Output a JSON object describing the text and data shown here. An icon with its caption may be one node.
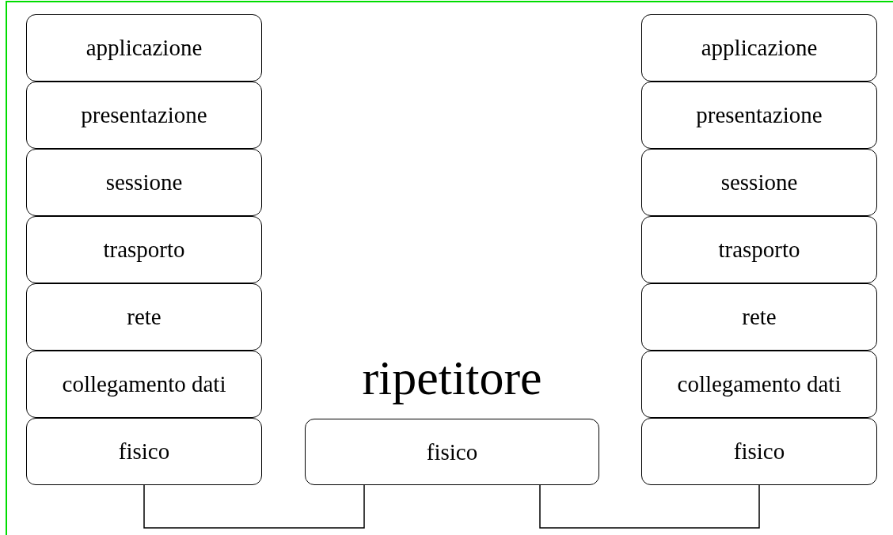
{
  "diagram": {
    "nodes": [
      {
        "text": [
          "applicazione"
        ]
      },
      {
        "text": [
          "presentazione"
        ]
      },
      {
        "text": [
          "sessione"
        ]
      },
      {
        "text": [
          "trasporto"
        ]
      },
      {
        "text": [
          "rete"
        ]
      },
      {
        "text": [
          "collegamento dati"
        ]
      },
      {
        "text": [
          "fisico"
        ]
      },
      {
        "text": [
          "ripetitore",
          "fisico"
        ]
      },
      {
        "text": [
          "applicazione"
        ]
      },
      {
        "text": [
          "presentazione"
        ]
      },
      {
        "text": [
          "sessione"
        ]
      },
      {
        "text": [
          "trasporto"
        ]
      },
      {
        "text": [
          "rete"
        ]
      },
      {
        "text": [
          "collegamento dati"
        ]
      },
      {
        "text": [
          "fisico"
        ]
      }
    ],
    "edges": [
      {
        "from": 6,
        "to": 7,
        "arrow": "none"
      },
      {
        "from": 7,
        "to": 14,
        "arrow": "none"
      }
    ]
  }
}
